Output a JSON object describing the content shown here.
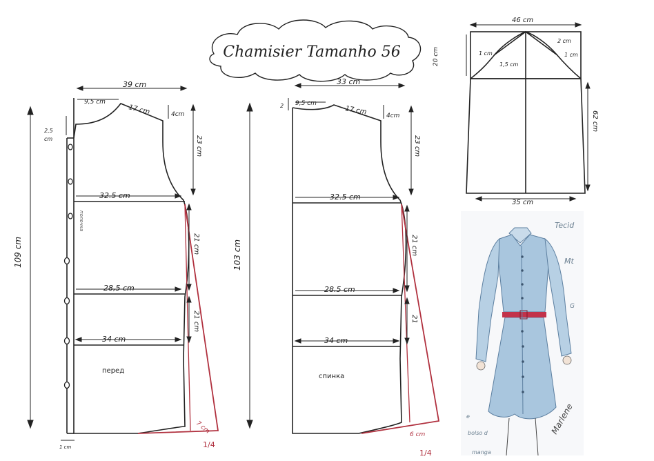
{
  "title": "Chamisier  Tamanho 56",
  "front": {
    "width_top": "39 cm",
    "neck_width": "9,5 cm",
    "shoulder": "17 cm",
    "shoulder_drop": "4cm",
    "neck_depth": "2,5",
    "neck_depth_unit": "cm",
    "armhole": "23 cm",
    "bust": "32.5 cm",
    "waist": "28,5 cm",
    "hip": "34 cm",
    "bust_to_waist": "21 cm",
    "waist_to_hip": "21 cm",
    "length": "109 cm",
    "label": "перед",
    "hem_rise": "7 cm",
    "fraction": "1/4",
    "placket": "1 cm",
    "facing_text": "полочка"
  },
  "back": {
    "width_top": "33 cm",
    "neck_width": "9,5 cm",
    "shoulder": "17 cm",
    "shoulder_drop": "4cm",
    "neck_depth": "2",
    "armhole": "23 cm",
    "bust": "32.5 cm",
    "waist": "28.5 cm",
    "hip": "34 cm",
    "bust_to_waist": "21 cm",
    "waist_to_hip": "21",
    "length": "103 cm",
    "label": "спинка",
    "hem_rise": "6 cm",
    "fraction": "1/4"
  },
  "sleeve": {
    "top_width": "46 cm",
    "cap_height": "20 cm",
    "length": "62 cm",
    "bottom_width": "35 cm",
    "cap_left_1": "1 cm",
    "cap_left_2": "1,5 cm",
    "cap_right_1": "2 cm",
    "cap_right_2": "1 cm"
  },
  "illustration": {
    "note_1": "Tecid",
    "note_2": "Mt",
    "note_3": "G",
    "signature": "Marlene",
    "caption_1": "e",
    "caption_2": "bolso d",
    "caption_3": "manga"
  },
  "colors": {
    "ink": "#222222",
    "accent": "#b0303e",
    "dress": "#a9c6de",
    "dress_dark": "#5c7fa0",
    "belt": "#c2324a"
  }
}
